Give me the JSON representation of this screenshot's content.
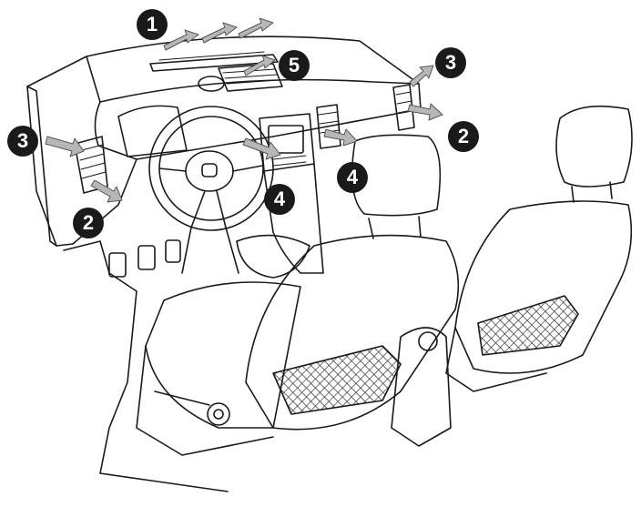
{
  "colors": {
    "line": "#1a1a1a",
    "arrow": "#b7b7b7",
    "mesh": "#3a3a3a",
    "background": "#ffffff",
    "badge": "#1a1a1a"
  },
  "callouts": [
    {
      "id": "c1",
      "label": "1"
    },
    {
      "id": "c5",
      "label": "5"
    },
    {
      "id": "c3-right",
      "label": "3"
    },
    {
      "id": "c2-right",
      "label": "2"
    },
    {
      "id": "c3-left",
      "label": "3"
    },
    {
      "id": "c4-right",
      "label": "4"
    },
    {
      "id": "c4-left",
      "label": "4"
    },
    {
      "id": "c2-left",
      "label": "2"
    }
  ]
}
